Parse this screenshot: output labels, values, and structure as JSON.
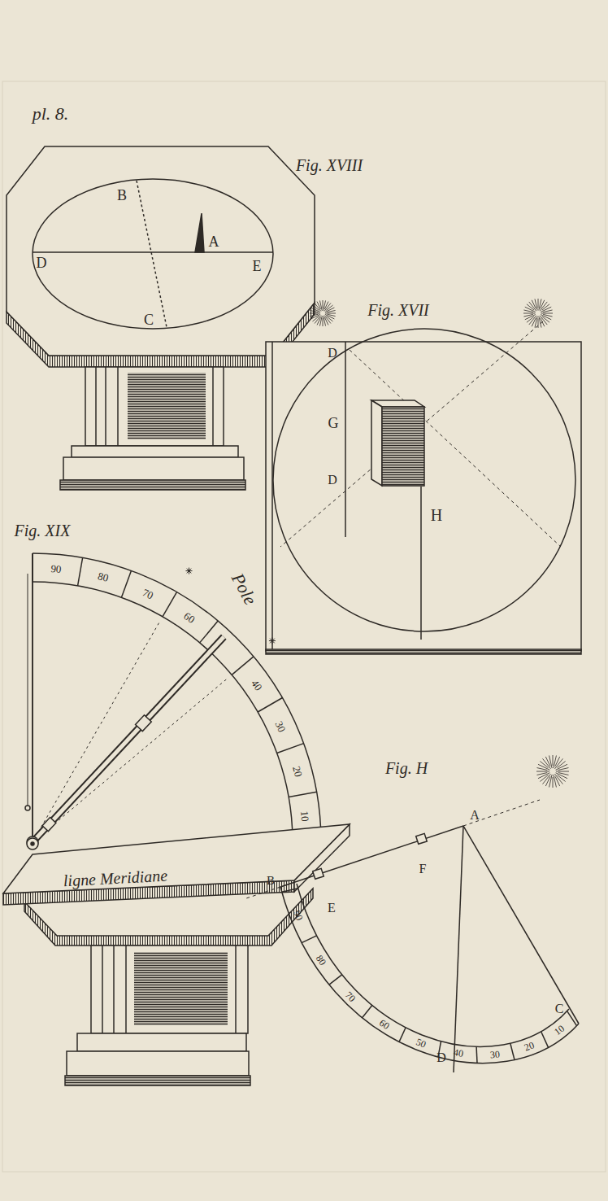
{
  "diagram": {
    "labels": [
      "pl. 8.",
      "Fig. XVIII",
      "B",
      "A",
      "D",
      "E",
      "C",
      "Fig. XVII",
      "D",
      "G",
      "D",
      "H",
      "Fig. XIX",
      "90",
      "80",
      "70",
      "60",
      "40",
      "30",
      "20",
      "10",
      "Pole",
      "ligne Meridiane",
      "Fig. H",
      "A",
      "F",
      "E",
      "B",
      "90",
      "80",
      "70",
      "60",
      "50",
      "40",
      "30",
      "20",
      "10",
      "C",
      "D"
    ]
  }
}
